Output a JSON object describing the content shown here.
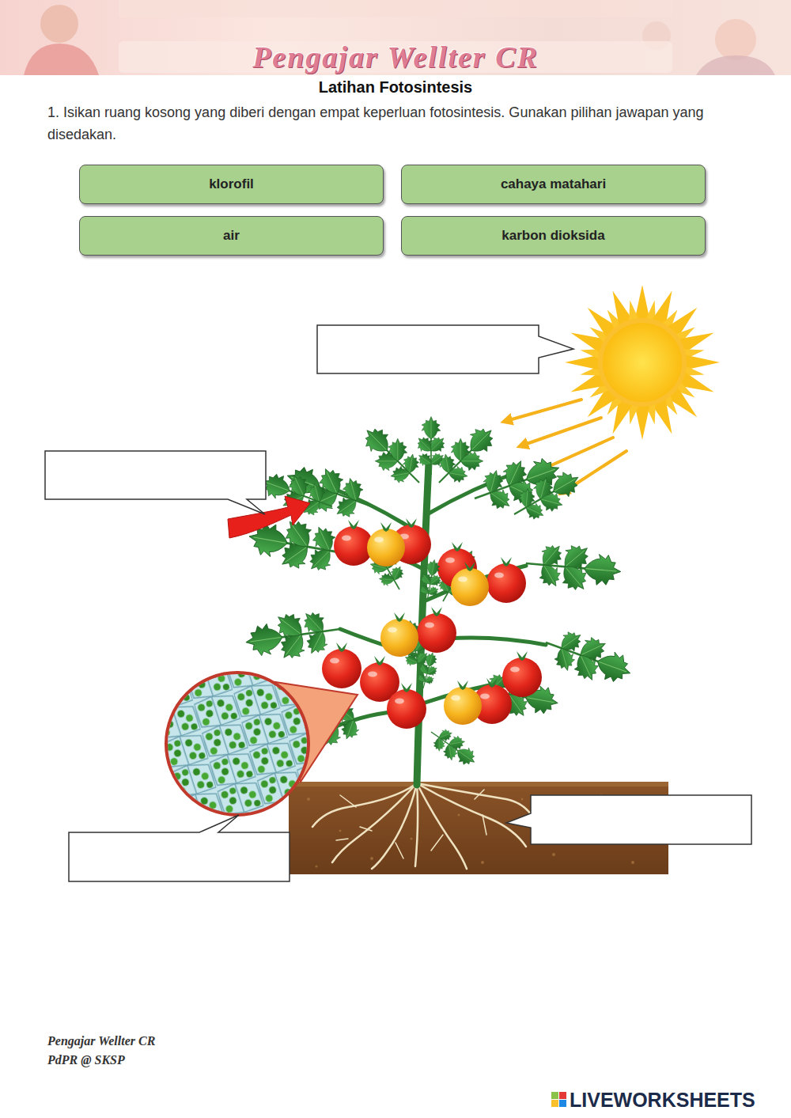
{
  "diagram": {
    "title": "Latihan Fotosintesis",
    "nodes": [
      {
        "text": [
          "klorofil"
        ]
      },
      {
        "text": [
          "cahaya matahari"
        ]
      },
      {
        "text": [
          "air"
        ]
      },
      {
        "text": [
          "karbon dioksida"
        ]
      }
    ],
    "labels": [
      "Pengajar Wellter CR",
      "1. Isikan ruang kosong yang diberi dengan empat keperluan fotosintesis. Gunakan pilihan jawapan yang disedakan.",
      "Pengajar Wellter CR",
      "PdPR @ SKSP",
      "LIVEWORKSHEETS"
    ]
  }
}
